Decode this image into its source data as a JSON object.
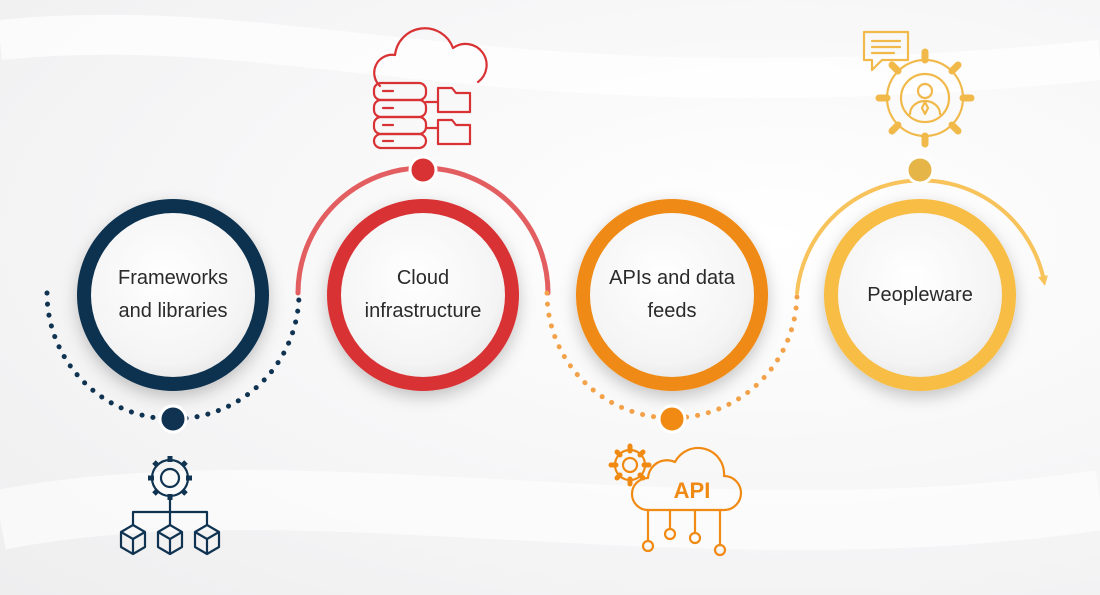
{
  "stages": [
    {
      "lines": [
        "Frameworks",
        "and libraries"
      ],
      "color": "#0f3350",
      "icon": "gear-network-icon"
    },
    {
      "lines": [
        "Cloud",
        "infrastructure"
      ],
      "color": "#d93234",
      "icon": "cloud-database-icon"
    },
    {
      "lines": [
        "APIs and data",
        "feeds"
      ],
      "color": "#f08a12",
      "icon": "api-cloud-icon"
    },
    {
      "lines": [
        "Peopleware"
      ],
      "color": "#f7bd45",
      "icon": "person-gear-icon"
    }
  ],
  "icon_text": {
    "api": "API"
  }
}
